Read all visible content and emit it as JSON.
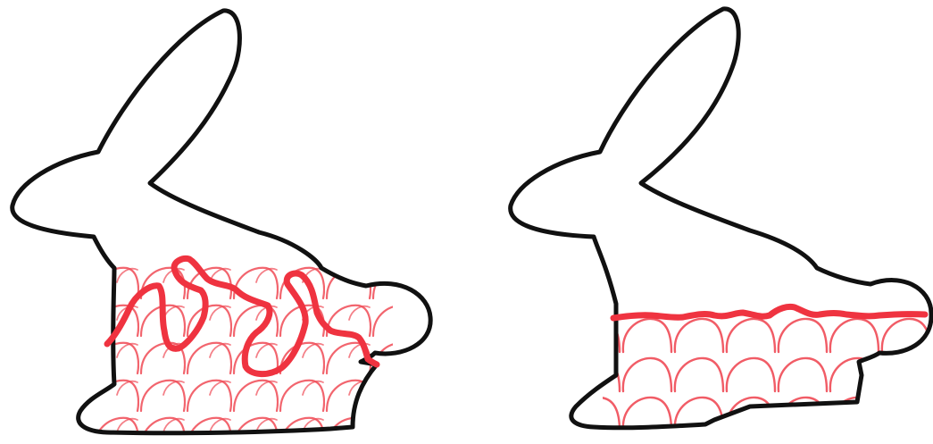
{
  "figures": [
    {
      "name": "bunny-left",
      "fill_style": "irregular-layers"
    },
    {
      "name": "bunny-right",
      "fill_style": "planar-layers"
    }
  ],
  "colors": {
    "outline": "#111111",
    "layer_boundary": "#ef3340",
    "cell_pattern": "#f04a55"
  }
}
